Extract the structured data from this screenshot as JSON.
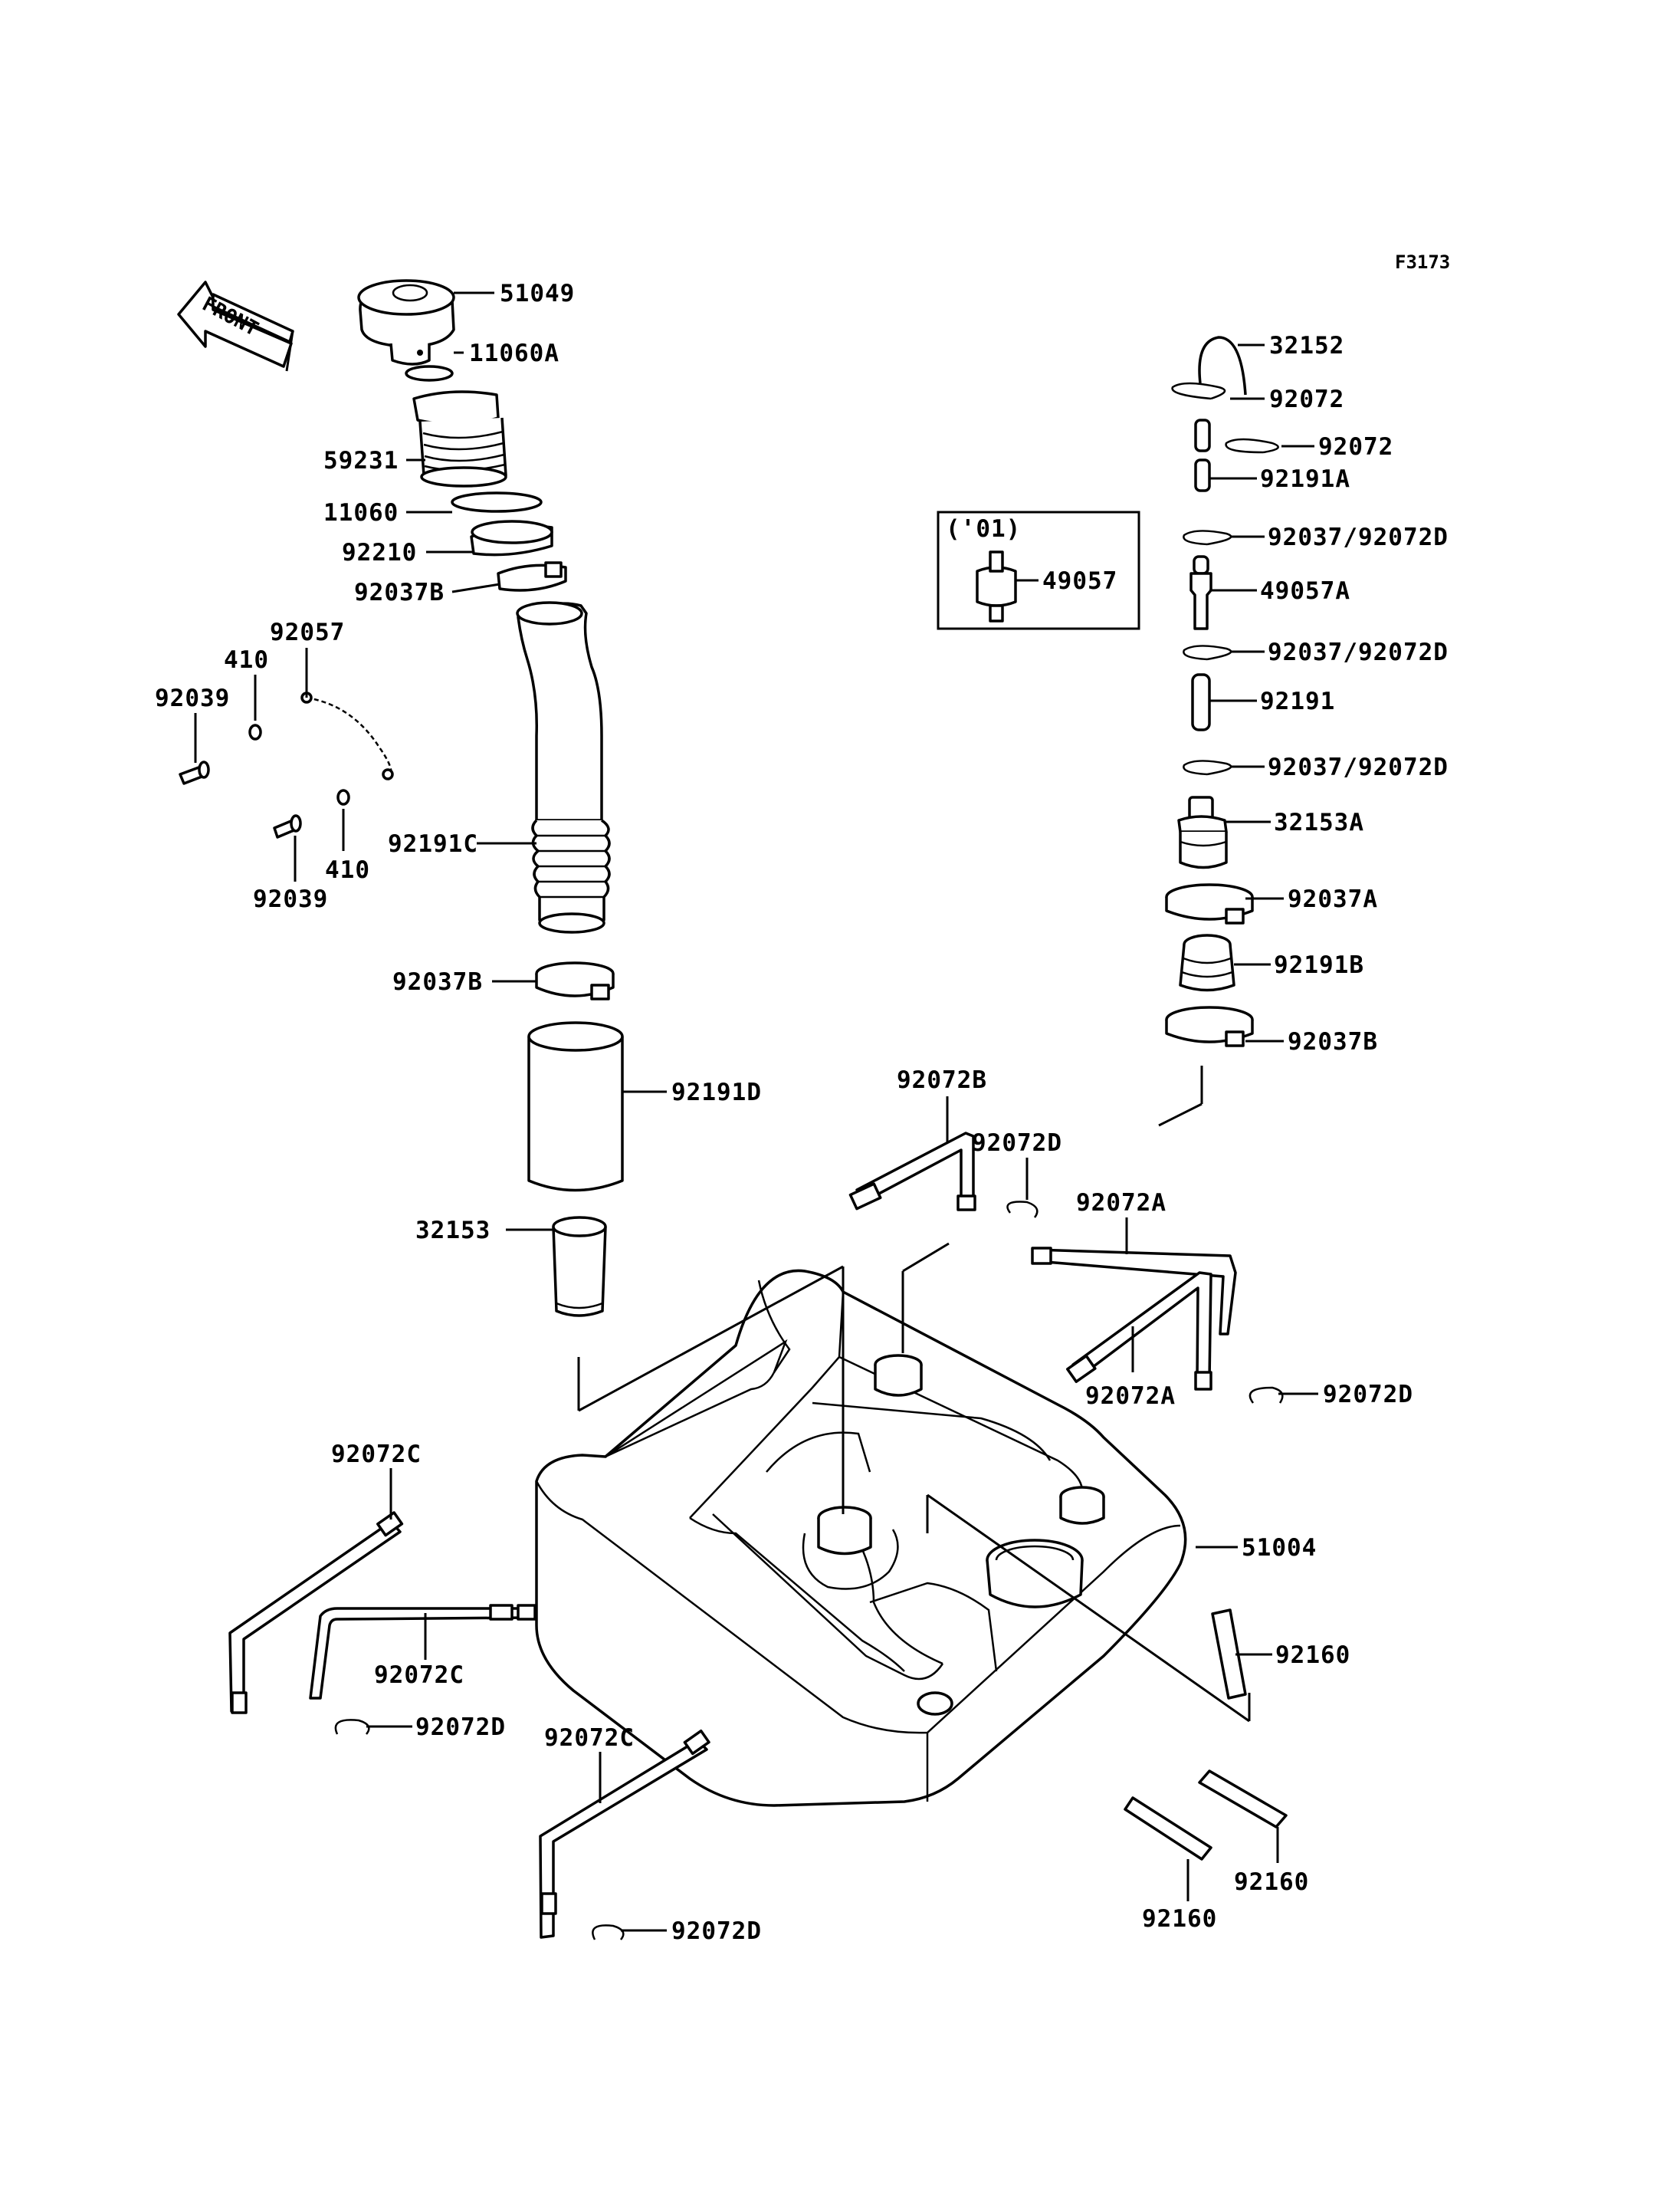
{
  "diagram_code": "F3173",
  "front_label": "FRONT",
  "box_label": "('01)",
  "parts": [
    {
      "id": "p51049",
      "label": "51049"
    },
    {
      "id": "p11060A",
      "label": "11060A"
    },
    {
      "id": "p59231",
      "label": "59231"
    },
    {
      "id": "p11060",
      "label": "11060"
    },
    {
      "id": "p92210",
      "label": "92210"
    },
    {
      "id": "p92037B_top",
      "label": "92037B"
    },
    {
      "id": "p92057",
      "label": "92057"
    },
    {
      "id": "p410_a",
      "label": "410"
    },
    {
      "id": "p92039_a",
      "label": "92039"
    },
    {
      "id": "p92191C",
      "label": "92191C"
    },
    {
      "id": "p410_b",
      "label": "410"
    },
    {
      "id": "p92039_b",
      "label": "92039"
    },
    {
      "id": "p92037B_mid",
      "label": "92037B"
    },
    {
      "id": "p92191D",
      "label": "92191D"
    },
    {
      "id": "p32153",
      "label": "32153"
    },
    {
      "id": "p49057",
      "label": "49057"
    },
    {
      "id": "p32152",
      "label": "32152"
    },
    {
      "id": "p92072_a",
      "label": "92072"
    },
    {
      "id": "p92072_b",
      "label": "92072"
    },
    {
      "id": "p92191A",
      "label": "92191A"
    },
    {
      "id": "p92037_92072D_a",
      "label": "92037/92072D"
    },
    {
      "id": "p49057A",
      "label": "49057A"
    },
    {
      "id": "p92037_92072D_b",
      "label": "92037/92072D"
    },
    {
      "id": "p92191",
      "label": "92191"
    },
    {
      "id": "p92037_92072D_c",
      "label": "92037/92072D"
    },
    {
      "id": "p32153A",
      "label": "32153A"
    },
    {
      "id": "p92037A",
      "label": "92037A"
    },
    {
      "id": "p92191B",
      "label": "92191B"
    },
    {
      "id": "p92037B_right",
      "label": "92037B"
    },
    {
      "id": "p92072B",
      "label": "92072B"
    },
    {
      "id": "p92072D_a",
      "label": "92072D"
    },
    {
      "id": "p92072A_a",
      "label": "92072A"
    },
    {
      "id": "p92072A_b",
      "label": "92072A"
    },
    {
      "id": "p92072D_b",
      "label": "92072D"
    },
    {
      "id": "p51004",
      "label": "51004"
    },
    {
      "id": "p92160_a",
      "label": "92160"
    },
    {
      "id": "p92072C_a",
      "label": "92072C"
    },
    {
      "id": "p92072C_b",
      "label": "92072C"
    },
    {
      "id": "p92072D_c",
      "label": "92072D"
    },
    {
      "id": "p92072C_c",
      "label": "92072C"
    },
    {
      "id": "p92072D_d",
      "label": "92072D"
    },
    {
      "id": "p92160_b",
      "label": "92160"
    },
    {
      "id": "p92160_c",
      "label": "92160"
    }
  ]
}
